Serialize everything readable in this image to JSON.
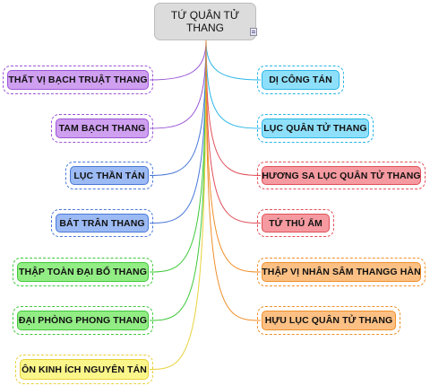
{
  "root": {
    "label": "TỨ QUÂN TỬ THANG"
  },
  "left_nodes": [
    {
      "label": "THẤT VỊ BẠCH TRUẬT THANG",
      "color": "#9a55d6"
    },
    {
      "label": "TAM BẠCH THANG",
      "color": "#9a55d6"
    },
    {
      "label": "LỤC THẦN TÁN",
      "color": "#4a78d8"
    },
    {
      "label": "BÁT TRÂN THANG",
      "color": "#4a78d8"
    },
    {
      "label": "THẬP TOÀN ĐẠI BỔ THANG",
      "color": "#3fc83a"
    },
    {
      "label": "ĐẠI PHÒNG PHONG THANG",
      "color": "#3fc83a"
    },
    {
      "label": "ÔN KINH ÍCH NGUYÊN TÁN",
      "color": "#e8d23a"
    }
  ],
  "right_nodes": [
    {
      "label": "DỊ CÔNG TÁN",
      "color": "#29b6e6"
    },
    {
      "label": "LỤC QUÂN TỬ THANG",
      "color": "#29b6e6"
    },
    {
      "label": "HƯƠNG SA LỤC QUÂN TỬ THANG",
      "color": "#e0505a"
    },
    {
      "label": "TỨ THÚ ẨM",
      "color": "#e0505a"
    },
    {
      "label": "THẬP VỊ NHÂN SÂM THANGG HÀN",
      "color": "#ef8f2a"
    },
    {
      "label": "HỰU LỤC QUÂN TỬ THANG",
      "color": "#ef8f2a"
    }
  ]
}
